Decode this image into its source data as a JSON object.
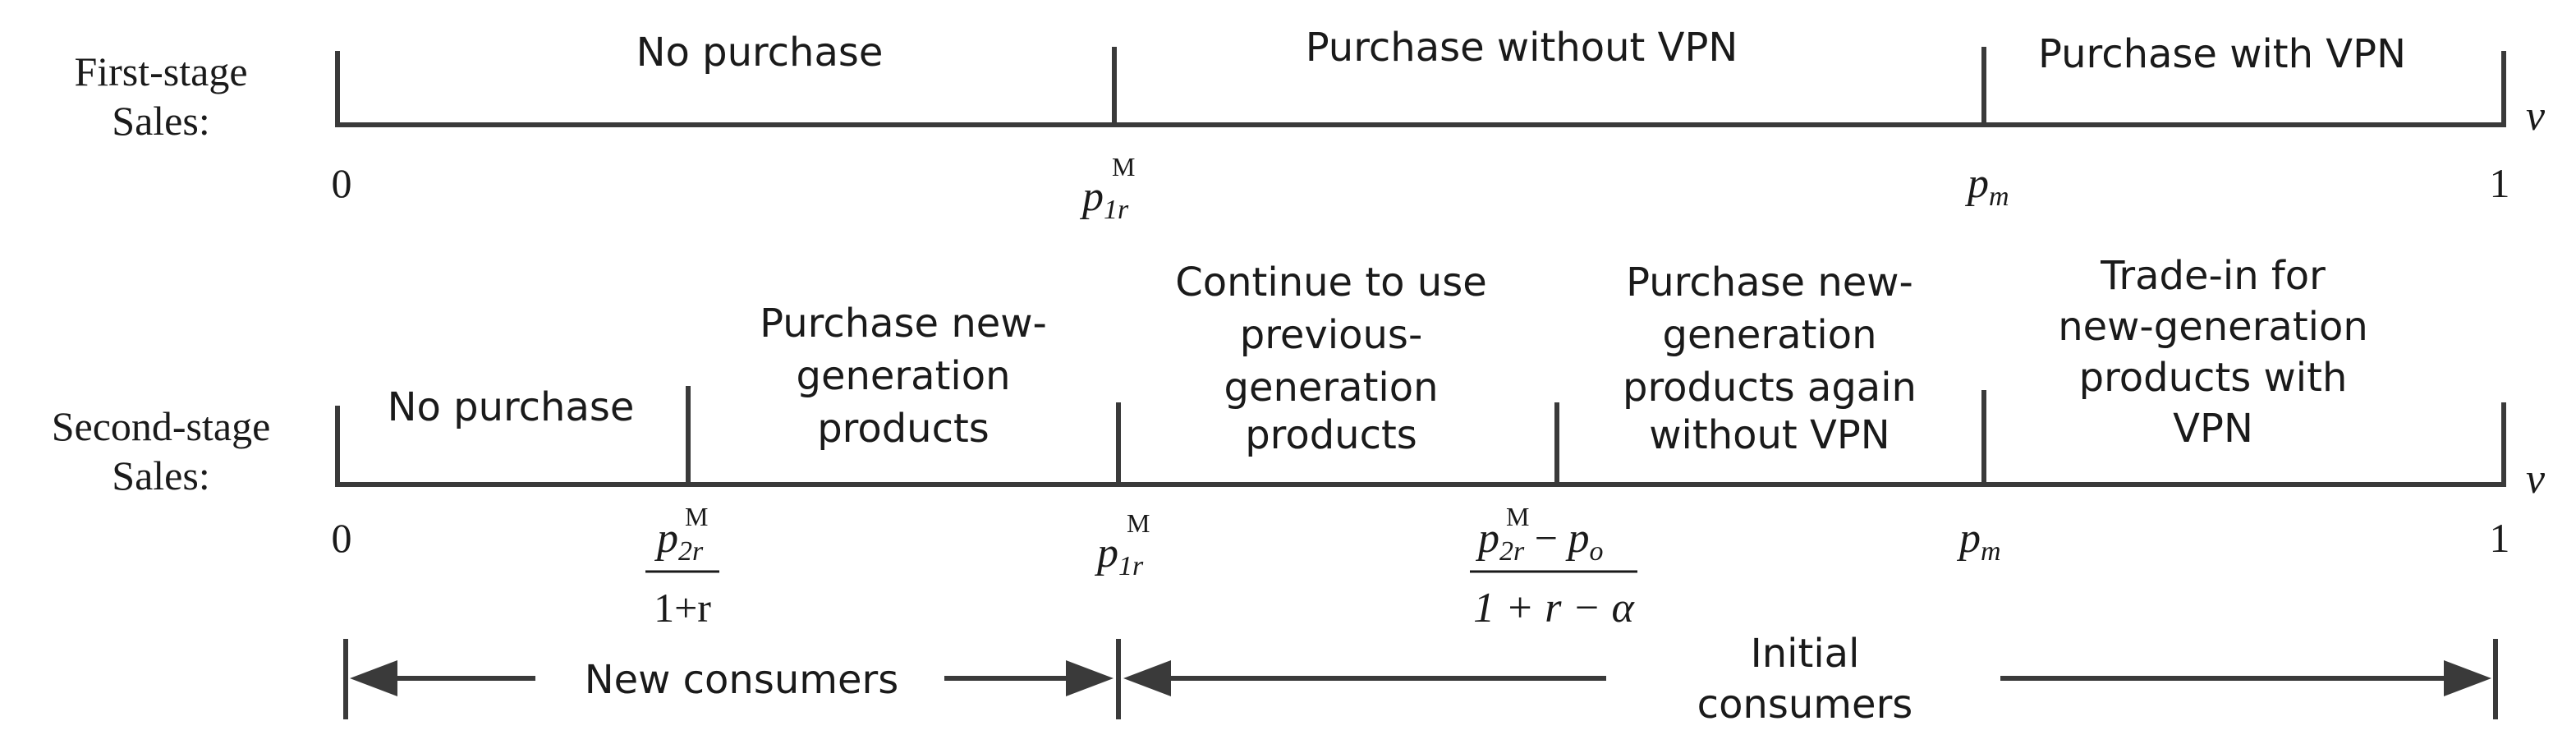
{
  "stage1": {
    "row_label": [
      "First-stage",
      "Sales:"
    ],
    "segments": [
      {
        "lines": [
          "No purchase"
        ]
      },
      {
        "lines": [
          "Purchase without VPN"
        ]
      },
      {
        "lines": [
          "Purchase with VPN"
        ]
      }
    ],
    "var": "v",
    "ticks": {
      "zero": "0",
      "one": "1",
      "p1r": {
        "base": "p",
        "sub": "1r",
        "sup": "M"
      },
      "pm": {
        "base": "p",
        "sub": "m"
      }
    }
  },
  "stage2": {
    "row_label": [
      "Second-stage",
      "Sales:"
    ],
    "segments": [
      {
        "lines": [
          "No purchase"
        ]
      },
      {
        "lines": [
          "Purchase new-",
          "generation",
          "products"
        ]
      },
      {
        "lines": [
          "Continue to use",
          "previous-",
          "generation",
          "products"
        ]
      },
      {
        "lines": [
          "Purchase new-",
          "generation",
          "products again",
          "without VPN"
        ]
      },
      {
        "lines": [
          "Trade-in for",
          "new-generation",
          "products  with",
          "VPN"
        ]
      }
    ],
    "var": "v",
    "ticks": {
      "zero": "0",
      "one": "1",
      "p1r": {
        "base": "p",
        "sub": "1r",
        "sup": "M"
      },
      "pm": {
        "base": "p",
        "sub": "m"
      },
      "frac1": {
        "num_base": "p",
        "num_sub": "2r",
        "num_sup": "M",
        "den": "1+r"
      },
      "frac2": {
        "num_base": "p",
        "num_sub": "2r",
        "num_sup": "M",
        "num_rest": " − ",
        "num_base2": "p",
        "num_sub2": "o",
        "den": "1 + r − α"
      }
    }
  },
  "consumers": {
    "new": "New consumers",
    "initial": [
      "Initial",
      "consumers"
    ]
  }
}
